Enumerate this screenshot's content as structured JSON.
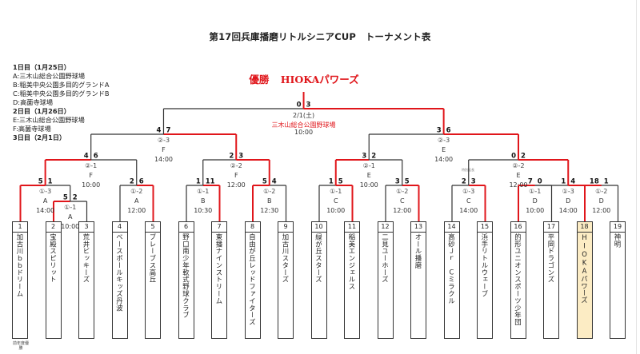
{
  "title": "第17回兵庫播磨リトルシニアCUP　トーナメント表",
  "champion": {
    "label": "優勝",
    "team": "HIOKAパワーズ"
  },
  "schedule": [
    {
      "day": "1日目（1月25日）",
      "venues": [
        "A:三木山総合公園野球場",
        "B:稲美中央公園多目的グランドA",
        "C:稲美中央公園多目的グランドB",
        "D:高薗寺球場"
      ]
    },
    {
      "day": "2日目（1月26日）",
      "venues": [
        "E:三木山総合公園野球場",
        "F:高薗寺球場"
      ]
    },
    {
      "day": "3日目（2月1日）",
      "venues": []
    }
  ],
  "colors": {
    "winner_line": "#e0161b",
    "line": "#333333",
    "champion_box": "#fcecc4"
  },
  "teams": [
    {
      "num": "1",
      "name": "加古川ｂｂドリーム"
    },
    {
      "num": "2",
      "name": "宝殿スピリット"
    },
    {
      "num": "3",
      "name": "荒井ビッキーズ"
    },
    {
      "num": "4",
      "name": "ベースボールキッズ丹波"
    },
    {
      "num": "5",
      "name": "ブレーブス高丘"
    },
    {
      "num": "6",
      "name": "野口南少年軟式野球クラブ"
    },
    {
      "num": "7",
      "name": "東播ナインストリーム"
    },
    {
      "num": "8",
      "name": "自由が丘レッドファイターズ"
    },
    {
      "num": "9",
      "name": "加古川スターズ"
    },
    {
      "num": "10",
      "name": "緑が丘スターズ"
    },
    {
      "num": "11",
      "name": "稲美エンジェルス"
    },
    {
      "num": "12",
      "name": "二見ユーホーズ"
    },
    {
      "num": "13",
      "name": "オール播磨"
    },
    {
      "num": "14",
      "name": "高砂Ｊｒ　Ｃミラクル"
    },
    {
      "num": "15",
      "name": "浜手リトルウェーブ"
    },
    {
      "num": "16",
      "name": "的形ユニオンスポーツ少年団"
    },
    {
      "num": "17",
      "name": "平岡ドラゴンズ"
    },
    {
      "num": "18",
      "name": "HIOKAパワーズ",
      "champion": true
    },
    {
      "num": "19",
      "name": "神明"
    }
  ],
  "previous_winner_note": "前年度優勝",
  "bracket": {
    "id": "final",
    "code": "",
    "scores": [
      "0",
      "3"
    ],
    "winner": 1,
    "date": "2/1(土)",
    "venue": "三木山総合公園野球場",
    "time": "10:00",
    "left": {
      "id": "sf1",
      "code": "②-3",
      "scores": [
        "4",
        "7"
      ],
      "winner": 1,
      "venue_code": "F",
      "time": "14:00",
      "left": {
        "id": "qf1",
        "code": "②-1",
        "scores": [
          "4",
          "6"
        ],
        "winner": 0,
        "venue_code": "F",
        "time": "10:00",
        "left": {
          "id": "m1-3",
          "code": "①-3",
          "scores": [
            "5",
            "1"
          ],
          "winner": 0,
          "venue_code": "A",
          "time": "14:00",
          "left": {
            "team": 0
          },
          "right": {
            "id": "m1-1",
            "code": "①-1",
            "scores": [
              "5",
              "2"
            ],
            "winner": 0,
            "venue_code": "A",
            "time": "10:00",
            "left": {
              "team": 1
            },
            "right": {
              "team": 2
            }
          }
        },
        "right": {
          "id": "m1-2",
          "code": "①-2",
          "scores": [
            "2",
            "6"
          ],
          "winner": 1,
          "venue_code": "A",
          "time": "12:00",
          "left": {
            "team": 3
          },
          "right": {
            "team": 4
          }
        }
      },
      "right": {
        "id": "qf2",
        "code": "②-2",
        "scores": [
          "2",
          "3"
        ],
        "winner": 1,
        "venue_code": "F",
        "time": "12:00",
        "left": {
          "id": "mb1",
          "code": "①-1",
          "scores": [
            "1",
            "11"
          ],
          "winner": 1,
          "venue_code": "B",
          "time": "10:30",
          "left": {
            "team": 5
          },
          "right": {
            "team": 6
          }
        },
        "right": {
          "id": "mb2",
          "code": "①-2",
          "scores": [
            "5",
            "4"
          ],
          "winner": 0,
          "venue_code": "B",
          "time": "12:30",
          "left": {
            "team": 7
          },
          "right": {
            "team": 8
          }
        }
      }
    },
    "right": {
      "id": "sf2",
      "code": "②-3",
      "scores": [
        "3",
        "6"
      ],
      "winner": 1,
      "venue_code": "E",
      "time": "14:00",
      "left": {
        "id": "qf3",
        "code": "②-1",
        "scores": [
          "3",
          "2"
        ],
        "winner": 0,
        "venue_code": "E",
        "time": "10:00",
        "left": {
          "id": "mc1",
          "code": "①-1",
          "scores": [
            "1",
            "5"
          ],
          "winner": 1,
          "venue_code": "C",
          "time": "10:00",
          "left": {
            "team": 9
          },
          "right": {
            "team": 10
          }
        },
        "right": {
          "id": "mc2",
          "code": "①-2",
          "scores": [
            "3",
            "5"
          ],
          "winner": 1,
          "venue_code": "C",
          "time": "12:00",
          "left": {
            "team": 11
          },
          "right": {
            "team": 12
          }
        }
      },
      "right": {
        "id": "qf4",
        "code": "②-2",
        "scores": [
          "0",
          "2"
        ],
        "winner": 1,
        "venue_code": "E",
        "time": "12:00",
        "left": {
          "id": "mc3",
          "code": "①-3",
          "scores": [
            "2",
            "3"
          ],
          "winner": 1,
          "venue_code": "C",
          "time": "14:00",
          "note": "特別延長",
          "left": {
            "team": 13
          },
          "right": {
            "team": 14
          }
        },
        "right": {
          "id": "md3",
          "code": "①-3",
          "scores": [
            "1",
            "4"
          ],
          "winner": 1,
          "venue_code": "D",
          "time": "14:00",
          "left": {
            "id": "md1",
            "code": "①-1",
            "scores": [
              "7",
              "0"
            ],
            "winner": 0,
            "venue_code": "D",
            "time": "10:00",
            "left": {
              "team": 15
            },
            "right": {
              "team": 16
            }
          },
          "right": {
            "id": "md2",
            "code": "①-2",
            "scores": [
              "18",
              "1"
            ],
            "winner": 0,
            "venue_code": "D",
            "time": "12:00",
            "left": {
              "team": 17
            },
            "right": {
              "team": 18
            }
          }
        }
      }
    }
  }
}
